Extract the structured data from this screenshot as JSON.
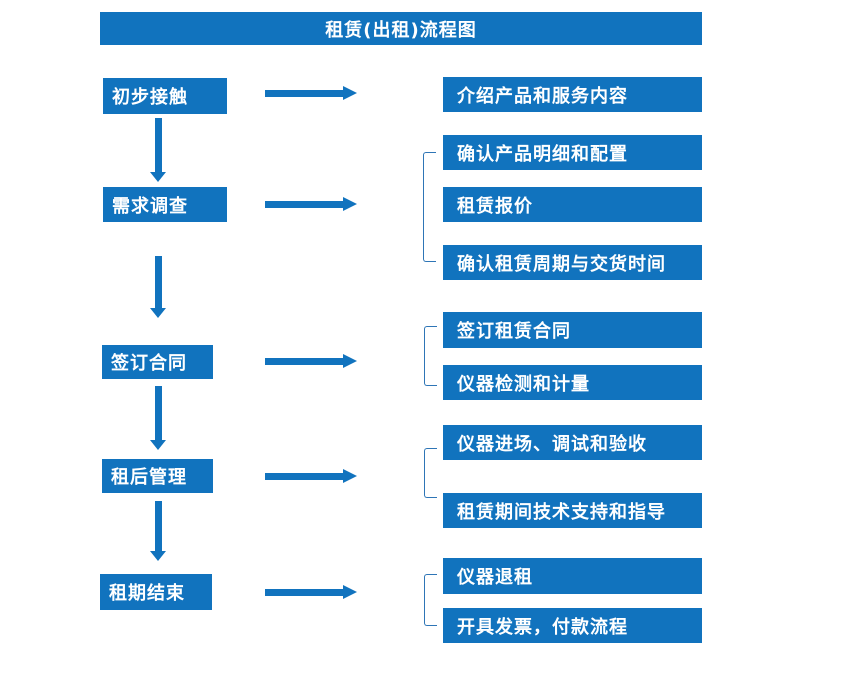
{
  "title": "租赁(出租)流程图",
  "colors": {
    "accent": "#1173be",
    "bracket_line": "#2e75b6",
    "text": "#ffffff",
    "background": "#ffffff"
  },
  "stages": [
    {
      "label": "初步接触",
      "details": [
        "介绍产品和服务内容"
      ]
    },
    {
      "label": "需求调查",
      "details": [
        "确认产品明细和配置",
        "租赁报价",
        "确认租赁周期与交货时间"
      ]
    },
    {
      "label": "签订合同",
      "details": [
        "签订租赁合同",
        "仪器检测和计量"
      ]
    },
    {
      "label": "租后管理",
      "details": [
        "仪器进场、调试和验收",
        "租赁期间技术支持和指导"
      ]
    },
    {
      "label": "租期结束",
      "details": [
        "仪器退租",
        "开具发票，付款流程"
      ]
    }
  ]
}
